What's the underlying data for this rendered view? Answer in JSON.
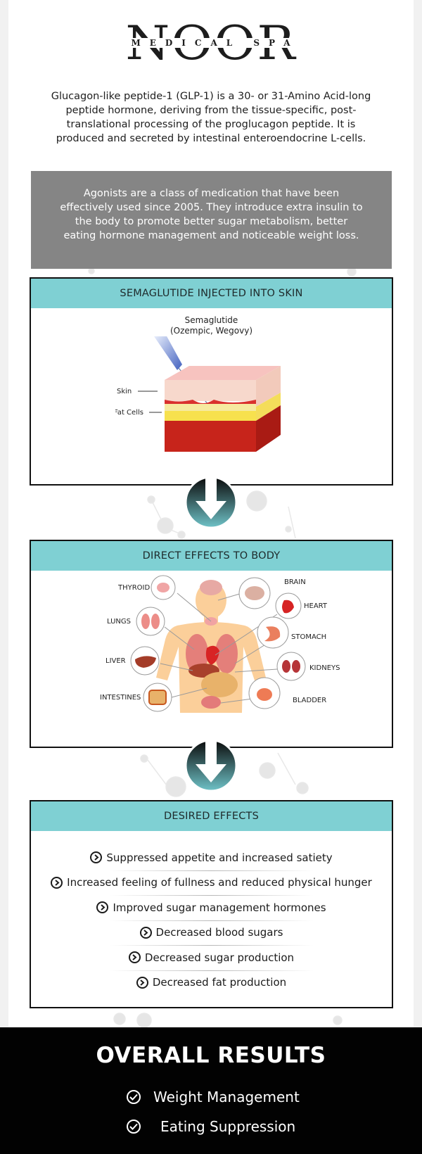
{
  "logo": {
    "brand": "NOOR",
    "subtitle": "MEDICAL SPA"
  },
  "intro": {
    "text": "Glucagon-like peptide-1 (GLP-1) is a 30- or 31-Amino Acid-long peptide hormone, deriving from the tissue-specific, post-translational processing of the proglucagon peptide. It is produced and secreted by intestinal enteroendocrine L-cells."
  },
  "agonists": {
    "text": "Agonists are a class of medication that have been effectively used since 2005. They introduce extra insulin to the body to promote better sugar metabolism, better eating hormone management and noticeable weight loss."
  },
  "injection_section": {
    "title": "SEMAGLUTIDE INJECTED INTO SKIN",
    "drug_name": "Semaglutide",
    "brand_names": "(Ozempic, Wegovy)",
    "labels": {
      "skin": "Skin",
      "fat": "Fat Cells"
    }
  },
  "body_section": {
    "title": "DIRECT EFFECTS TO BODY",
    "organs_left": [
      "THYROID",
      "LUNGS",
      "LIVER",
      "INTESTINES"
    ],
    "organs_right": [
      "BRAIN",
      "HEART",
      "STOMACH",
      "KIDNEYS",
      "BLADDER"
    ]
  },
  "desired_section": {
    "title": "DESIRED EFFECTS",
    "items": [
      "Suppressed appetite and increased satiety",
      "Increased feeling of fullness and reduced physical hunger",
      "Improved sugar management hormones",
      "Decreased blood sugars",
      "Decreased sugar production",
      "Decreased fat production"
    ]
  },
  "results": {
    "title": "OVERALL RESULTS",
    "items": [
      "Weight Management",
      "Eating Suppression"
    ]
  },
  "icons": {
    "arrow": "arrow-down-circle-icon",
    "bullet": "chevron-right-circle-icon",
    "result": "check-circle-icon"
  },
  "colors": {
    "teal_header": "#7fd0d3",
    "gray_box": "#858585",
    "results_bg": "#020202",
    "arrow_top": "#0a0a0a",
    "arrow_bottom": "#6fc3c8"
  }
}
